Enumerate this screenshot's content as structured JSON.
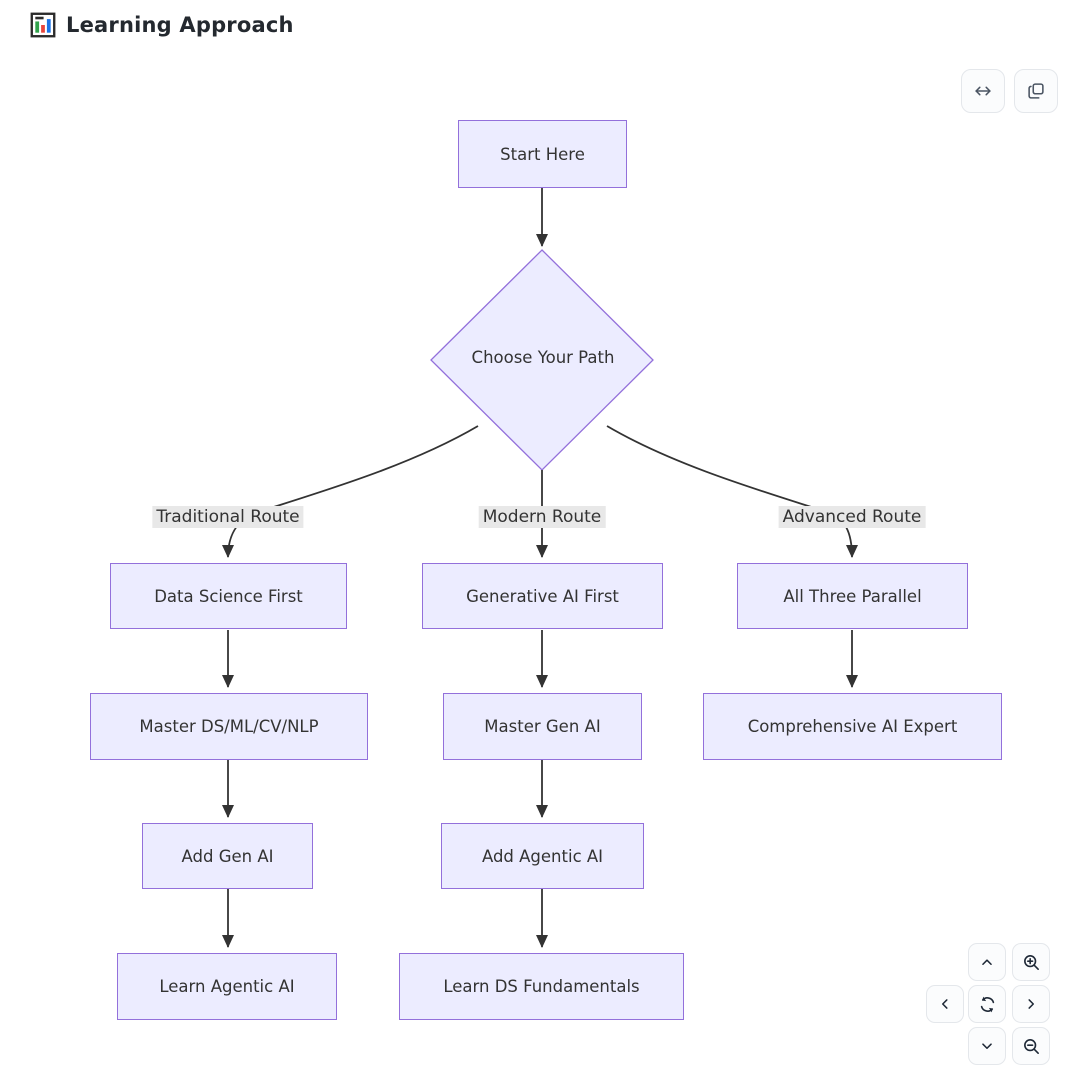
{
  "header": {
    "title": "Learning Approach",
    "icon": "bar-chart"
  },
  "toolbar": {
    "expand_button_icon": "horizontal-arrows",
    "copy_button_icon": "copy"
  },
  "diagram": {
    "type": "flowchart",
    "direction": "top-down",
    "colors": {
      "node_fill": "#ECECFF",
      "node_border": "#9370DB",
      "edge": "#333333",
      "edge_label_bg": "#e8e8e8",
      "text": "#333333"
    },
    "nodes": {
      "start": {
        "label": "Start Here",
        "shape": "rect"
      },
      "choose_path": {
        "label": "Choose Your Path",
        "shape": "diamond"
      },
      "ds_first": {
        "label": "Data Science First",
        "shape": "rect"
      },
      "genai_first": {
        "label": "Generative AI First",
        "shape": "rect"
      },
      "all_three": {
        "label": "All Three Parallel",
        "shape": "rect"
      },
      "master_ds": {
        "label": "Master DS/ML/CV/NLP",
        "shape": "rect"
      },
      "master_genai": {
        "label": "Master Gen AI",
        "shape": "rect"
      },
      "comprehensive": {
        "label": "Comprehensive AI Expert",
        "shape": "rect"
      },
      "add_genai": {
        "label": "Add Gen AI",
        "shape": "rect"
      },
      "add_agentic": {
        "label": "Add Agentic AI",
        "shape": "rect"
      },
      "learn_agentic": {
        "label": "Learn Agentic AI",
        "shape": "rect"
      },
      "learn_ds": {
        "label": "Learn DS Fundamentals",
        "shape": "rect"
      }
    },
    "edge_labels": {
      "traditional": "Traditional Route",
      "modern": "Modern Route",
      "advanced": "Advanced Route"
    },
    "edges": [
      {
        "from": "start",
        "to": "choose_path",
        "label": ""
      },
      {
        "from": "choose_path",
        "to": "ds_first",
        "label": "Traditional Route"
      },
      {
        "from": "choose_path",
        "to": "genai_first",
        "label": "Modern Route"
      },
      {
        "from": "choose_path",
        "to": "all_three",
        "label": "Advanced Route"
      },
      {
        "from": "ds_first",
        "to": "master_ds",
        "label": ""
      },
      {
        "from": "genai_first",
        "to": "master_genai",
        "label": ""
      },
      {
        "from": "all_three",
        "to": "comprehensive",
        "label": ""
      },
      {
        "from": "master_ds",
        "to": "add_genai",
        "label": ""
      },
      {
        "from": "master_genai",
        "to": "add_agentic",
        "label": ""
      },
      {
        "from": "add_genai",
        "to": "learn_agentic",
        "label": ""
      },
      {
        "from": "add_agentic",
        "to": "learn_ds",
        "label": ""
      }
    ]
  },
  "controls": {
    "pan_up_icon": "chevron-up",
    "pan_down_icon": "chevron-down",
    "pan_left_icon": "chevron-left",
    "pan_right_icon": "chevron-right",
    "reset_icon": "reset-view",
    "zoom_in_icon": "magnifier-plus",
    "zoom_out_icon": "magnifier-minus"
  }
}
